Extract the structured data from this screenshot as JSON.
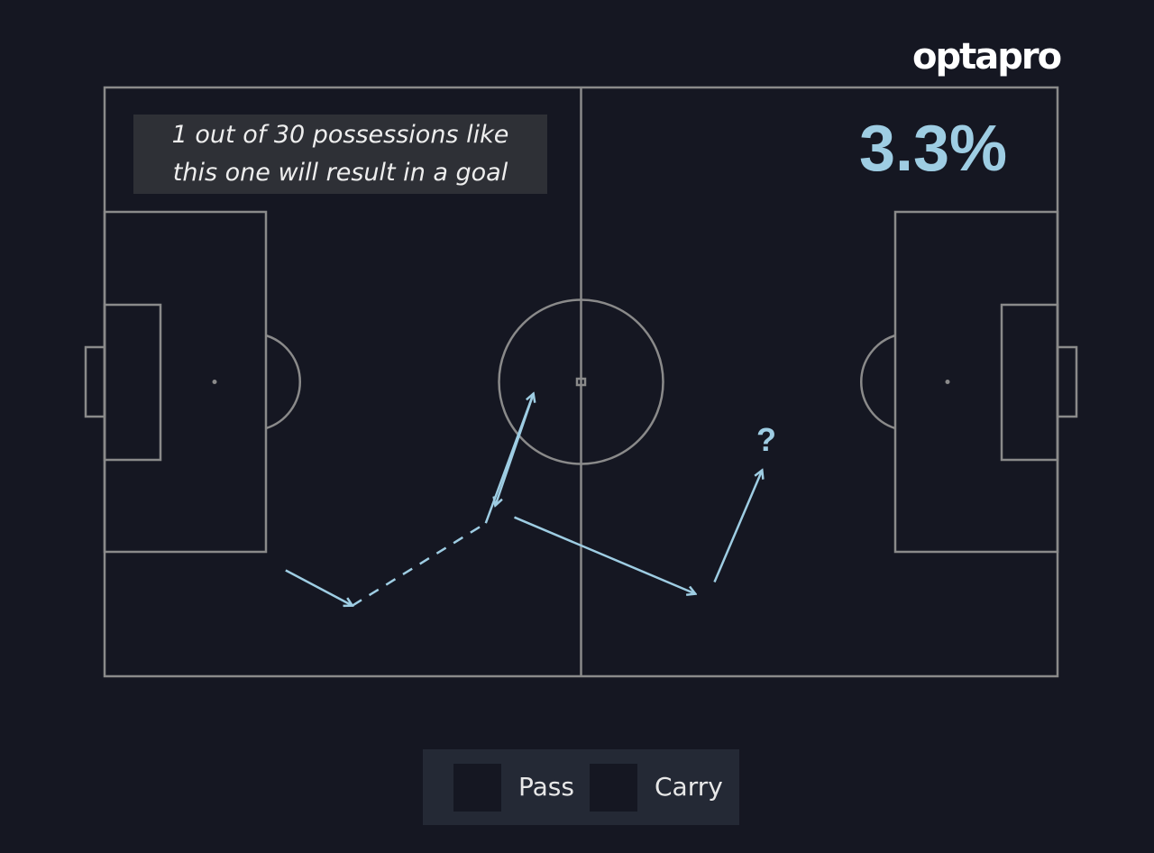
{
  "logo": {
    "text": "optapro"
  },
  "caption": {
    "line1": "1 out of 30 possessions like",
    "line2": "this one will result in a goal"
  },
  "probability": {
    "text": "3.3%"
  },
  "outcome_marker": {
    "text": "?"
  },
  "legend": {
    "items": [
      {
        "label": "Pass",
        "style": "solid"
      },
      {
        "label": "Carry",
        "style": "dashed"
      }
    ]
  },
  "colors": {
    "background": "#151722",
    "pitch_lines": "#8a8a8a",
    "event_lines": "#9ecde3",
    "caption_bg": "#2e3036",
    "legend_bg": "#242935"
  },
  "possession_events": [
    {
      "type": "pass",
      "from": [
        19,
        18
      ],
      "to": [
        26,
        12
      ]
    },
    {
      "type": "carry",
      "from": [
        26,
        12
      ],
      "to": [
        40,
        26
      ]
    },
    {
      "type": "pass",
      "from": [
        40,
        26
      ],
      "to": [
        45,
        48
      ]
    },
    {
      "type": "pass",
      "from": [
        45,
        48
      ],
      "to": [
        41,
        29
      ]
    },
    {
      "type": "pass",
      "from": [
        43,
        27
      ],
      "to": [
        62,
        14
      ]
    },
    {
      "type": "pass",
      "from": [
        64,
        16
      ],
      "to": [
        69,
        35
      ]
    }
  ]
}
